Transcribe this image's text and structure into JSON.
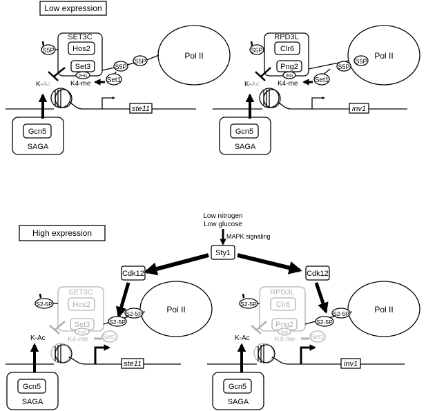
{
  "panels": {
    "low_title": "Low expression",
    "high_title": "High expression"
  },
  "labels": {
    "set3c": "SET3C",
    "hos2": "Hos2",
    "set3": "Set3",
    "phd": "PHD",
    "rpd3l": "RPD3L",
    "clr6": "Clr6",
    "png2": "Png2",
    "ing": "ING",
    "pol2": "Pol II",
    "s5p": "S5P",
    "s25p": "S2-5P",
    "set1": "Set1",
    "k_ac": "K-Ac",
    "k_dash": "K-",
    "ac": "Ac",
    "k4me": "K4-me",
    "gcn5": "Gcn5",
    "saga": "SAGA",
    "ste11": "ste11",
    "inv1": "inv1",
    "cdk12": "Cdk12",
    "sty1": "Sty1",
    "low_nitrogen": "Low nitrogen",
    "low_glucose": "Low glucose",
    "mapk": "MAPK signaling"
  },
  "colors": {
    "black": "#000000",
    "inactive_gray": "#b0b0b0"
  }
}
